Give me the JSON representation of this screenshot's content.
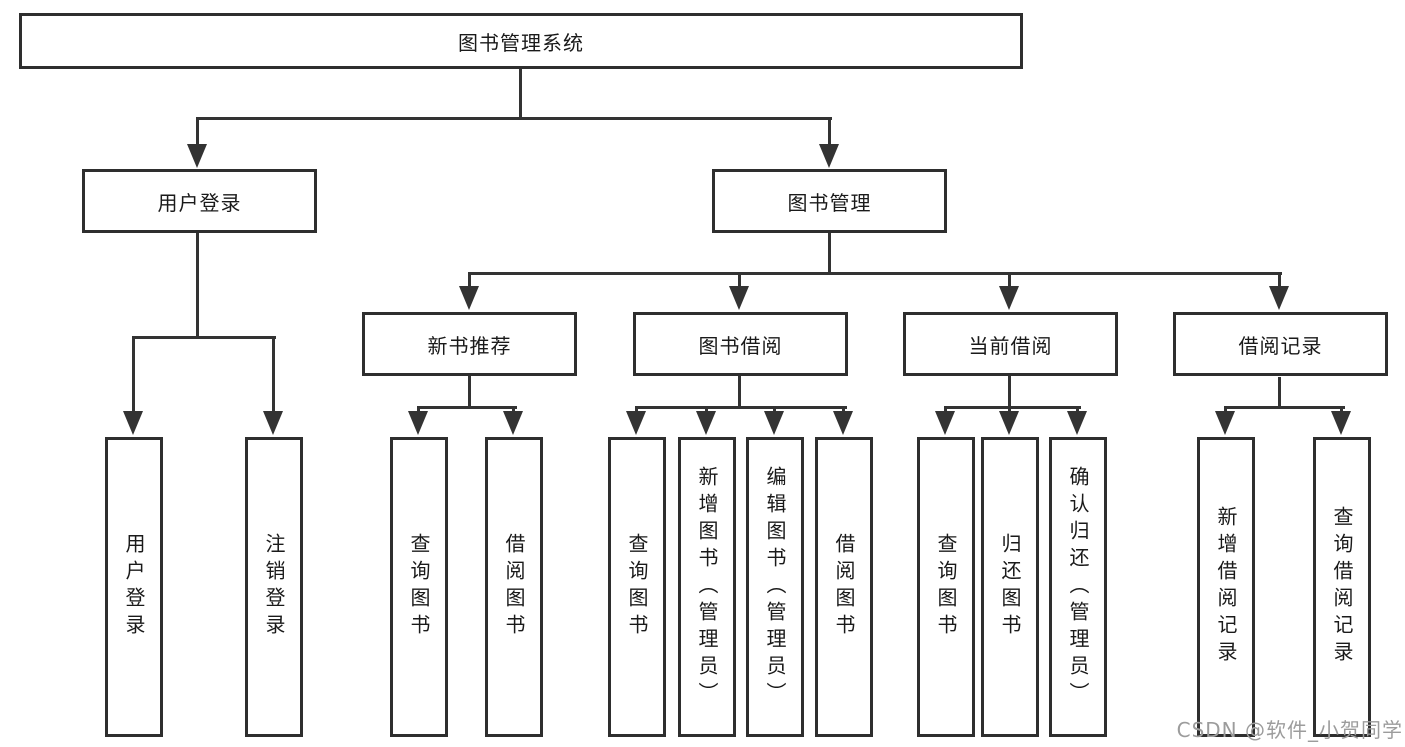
{
  "diagram": {
    "type": "hierarchy-chart",
    "root": "图书管理系统",
    "level1": [
      {
        "label": "用户登录",
        "children": [
          {
            "label": "用户登录"
          },
          {
            "label": "注销登录"
          }
        ]
      },
      {
        "label": "图书管理",
        "children": [
          {
            "label": "新书推荐",
            "children": [
              {
                "label": "查询图书"
              },
              {
                "label": "借阅图书"
              }
            ]
          },
          {
            "label": "图书借阅",
            "children": [
              {
                "label": "查询图书"
              },
              {
                "label": "新增图书（管理员）"
              },
              {
                "label": "编辑图书（管理员）"
              },
              {
                "label": "借阅图书"
              }
            ]
          },
          {
            "label": "当前借阅",
            "children": [
              {
                "label": "查询图书"
              },
              {
                "label": "归还图书"
              },
              {
                "label": "确认归还（管理员）"
              }
            ]
          },
          {
            "label": "借阅记录",
            "children": [
              {
                "label": "新增借阅记录"
              },
              {
                "label": "查询借阅记录"
              }
            ]
          }
        ]
      }
    ]
  },
  "watermark": "CSDN @软件_小贺同学",
  "colors": {
    "line": "#333333",
    "border": "#2e2e2e",
    "text": "#1a1a1a",
    "watermark": "#9c9c9c",
    "background": "#ffffff"
  }
}
